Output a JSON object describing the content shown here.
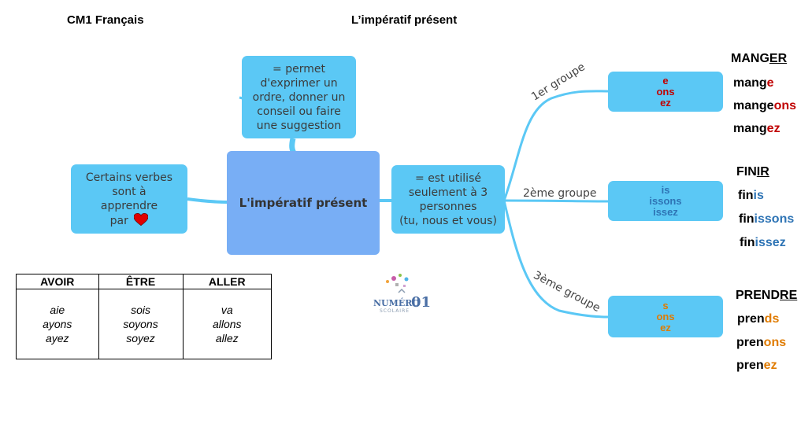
{
  "header": {
    "left": "CM1 Français",
    "center": "L’impératif présent"
  },
  "colors": {
    "bubble": "#5bc8f5",
    "central": "#78aef5",
    "group1": "#c00000",
    "group2": "#2e74b5",
    "group3": "#e07b00"
  },
  "central": {
    "label": "L'impératif présent"
  },
  "top_bubble": {
    "lines": [
      "= permet",
      "d'exprimer un",
      "ordre, donner un",
      "conseil ou faire",
      "une suggestion"
    ]
  },
  "left_bubble": {
    "lines": [
      "Certains verbes",
      "sont à",
      "apprendre",
      "par"
    ],
    "icon": "heart-icon"
  },
  "right_bubble": {
    "lines": [
      "=  est utilisé",
      "seulement à 3",
      "personnes",
      "(tu, nous et vous)"
    ]
  },
  "branches": {
    "g1": {
      "label": "1er groupe",
      "endings": [
        "e",
        "ons",
        "ez"
      ]
    },
    "g2": {
      "label": "2ème groupe",
      "endings": [
        "is",
        "issons",
        "issez"
      ]
    },
    "g3": {
      "label": "3ème groupe",
      "endings": [
        "s",
        "ons",
        "ez"
      ]
    }
  },
  "verbs": {
    "manger": {
      "title_stem": "MANG",
      "title_end": "ER",
      "forms": [
        {
          "stem": "mang",
          "end": "e"
        },
        {
          "stem": "mange",
          "end": "ons"
        },
        {
          "stem": "mang",
          "end": "ez"
        }
      ]
    },
    "finir": {
      "title_stem": "FIN",
      "title_end": "IR",
      "forms": [
        {
          "stem": "fin",
          "end": "is"
        },
        {
          "stem": "fin",
          "end": "issons"
        },
        {
          "stem": "fin",
          "end": "issez"
        }
      ]
    },
    "prendre": {
      "title_stem": "PREND",
      "title_end": "RE",
      "forms": [
        {
          "stem": "pren",
          "end": "ds"
        },
        {
          "stem": "pren",
          "end": "ons"
        },
        {
          "stem": "pren",
          "end": "ez"
        }
      ]
    }
  },
  "table": {
    "headers": [
      "AVOIR",
      "ÊTRE",
      "ALLER"
    ],
    "cols": [
      [
        "aie",
        "ayons",
        "ayez"
      ],
      [
        "sois",
        "soyons",
        "soyez"
      ],
      [
        "va",
        "allons",
        "allez"
      ]
    ]
  },
  "logo": {
    "line1": "NUMÉRO",
    "line2": "SCOLAIRE",
    "digits": "01"
  }
}
